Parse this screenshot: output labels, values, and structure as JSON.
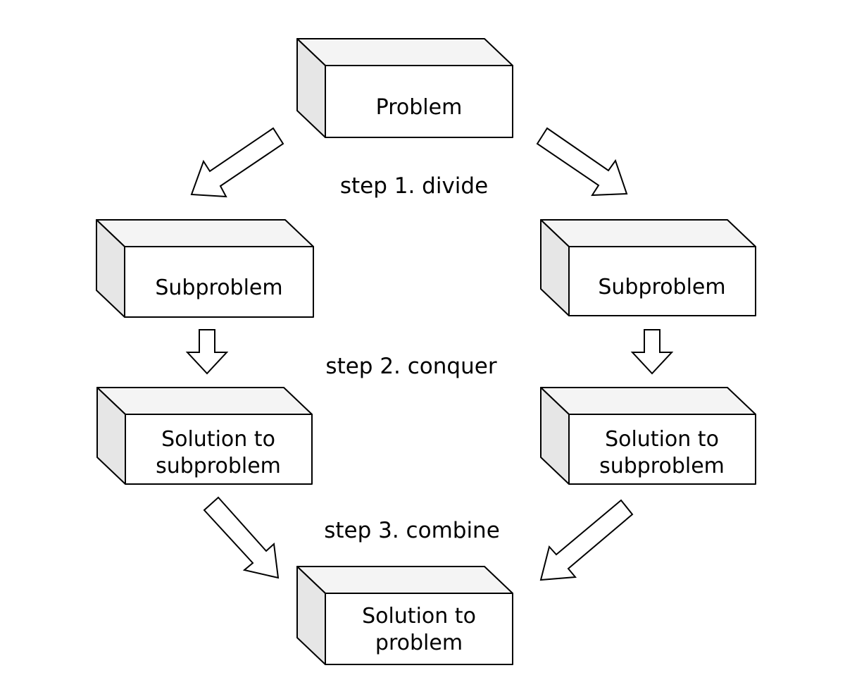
{
  "colors": {
    "background": "#ffffff",
    "box_front": "#ffffff",
    "box_top": "#f4f4f4",
    "box_side": "#e6e6e6",
    "outline": "#000000",
    "text": "#000000"
  },
  "boxes": {
    "problem": {
      "label": "Problem"
    },
    "subproblem_left": {
      "label": "Subproblem"
    },
    "subproblem_right": {
      "label": "Subproblem"
    },
    "solution_subproblem_left": {
      "label_line1": "Solution to",
      "label_line2": "subproblem"
    },
    "solution_subproblem_right": {
      "label_line1": "Solution to",
      "label_line2": "subproblem"
    },
    "solution_problem": {
      "label_line1": "Solution to",
      "label_line2": "problem"
    }
  },
  "step_labels": {
    "step1": "step 1. divide",
    "step2": "step 2. conquer",
    "step3": "step 3. combine"
  },
  "arrows": {
    "divide_left": "block-arrow-down-left",
    "divide_right": "block-arrow-down-right",
    "conquer_left": "block-arrow-down",
    "conquer_right": "block-arrow-down",
    "combine_left": "block-arrow-down-right",
    "combine_right": "block-arrow-down-left"
  }
}
